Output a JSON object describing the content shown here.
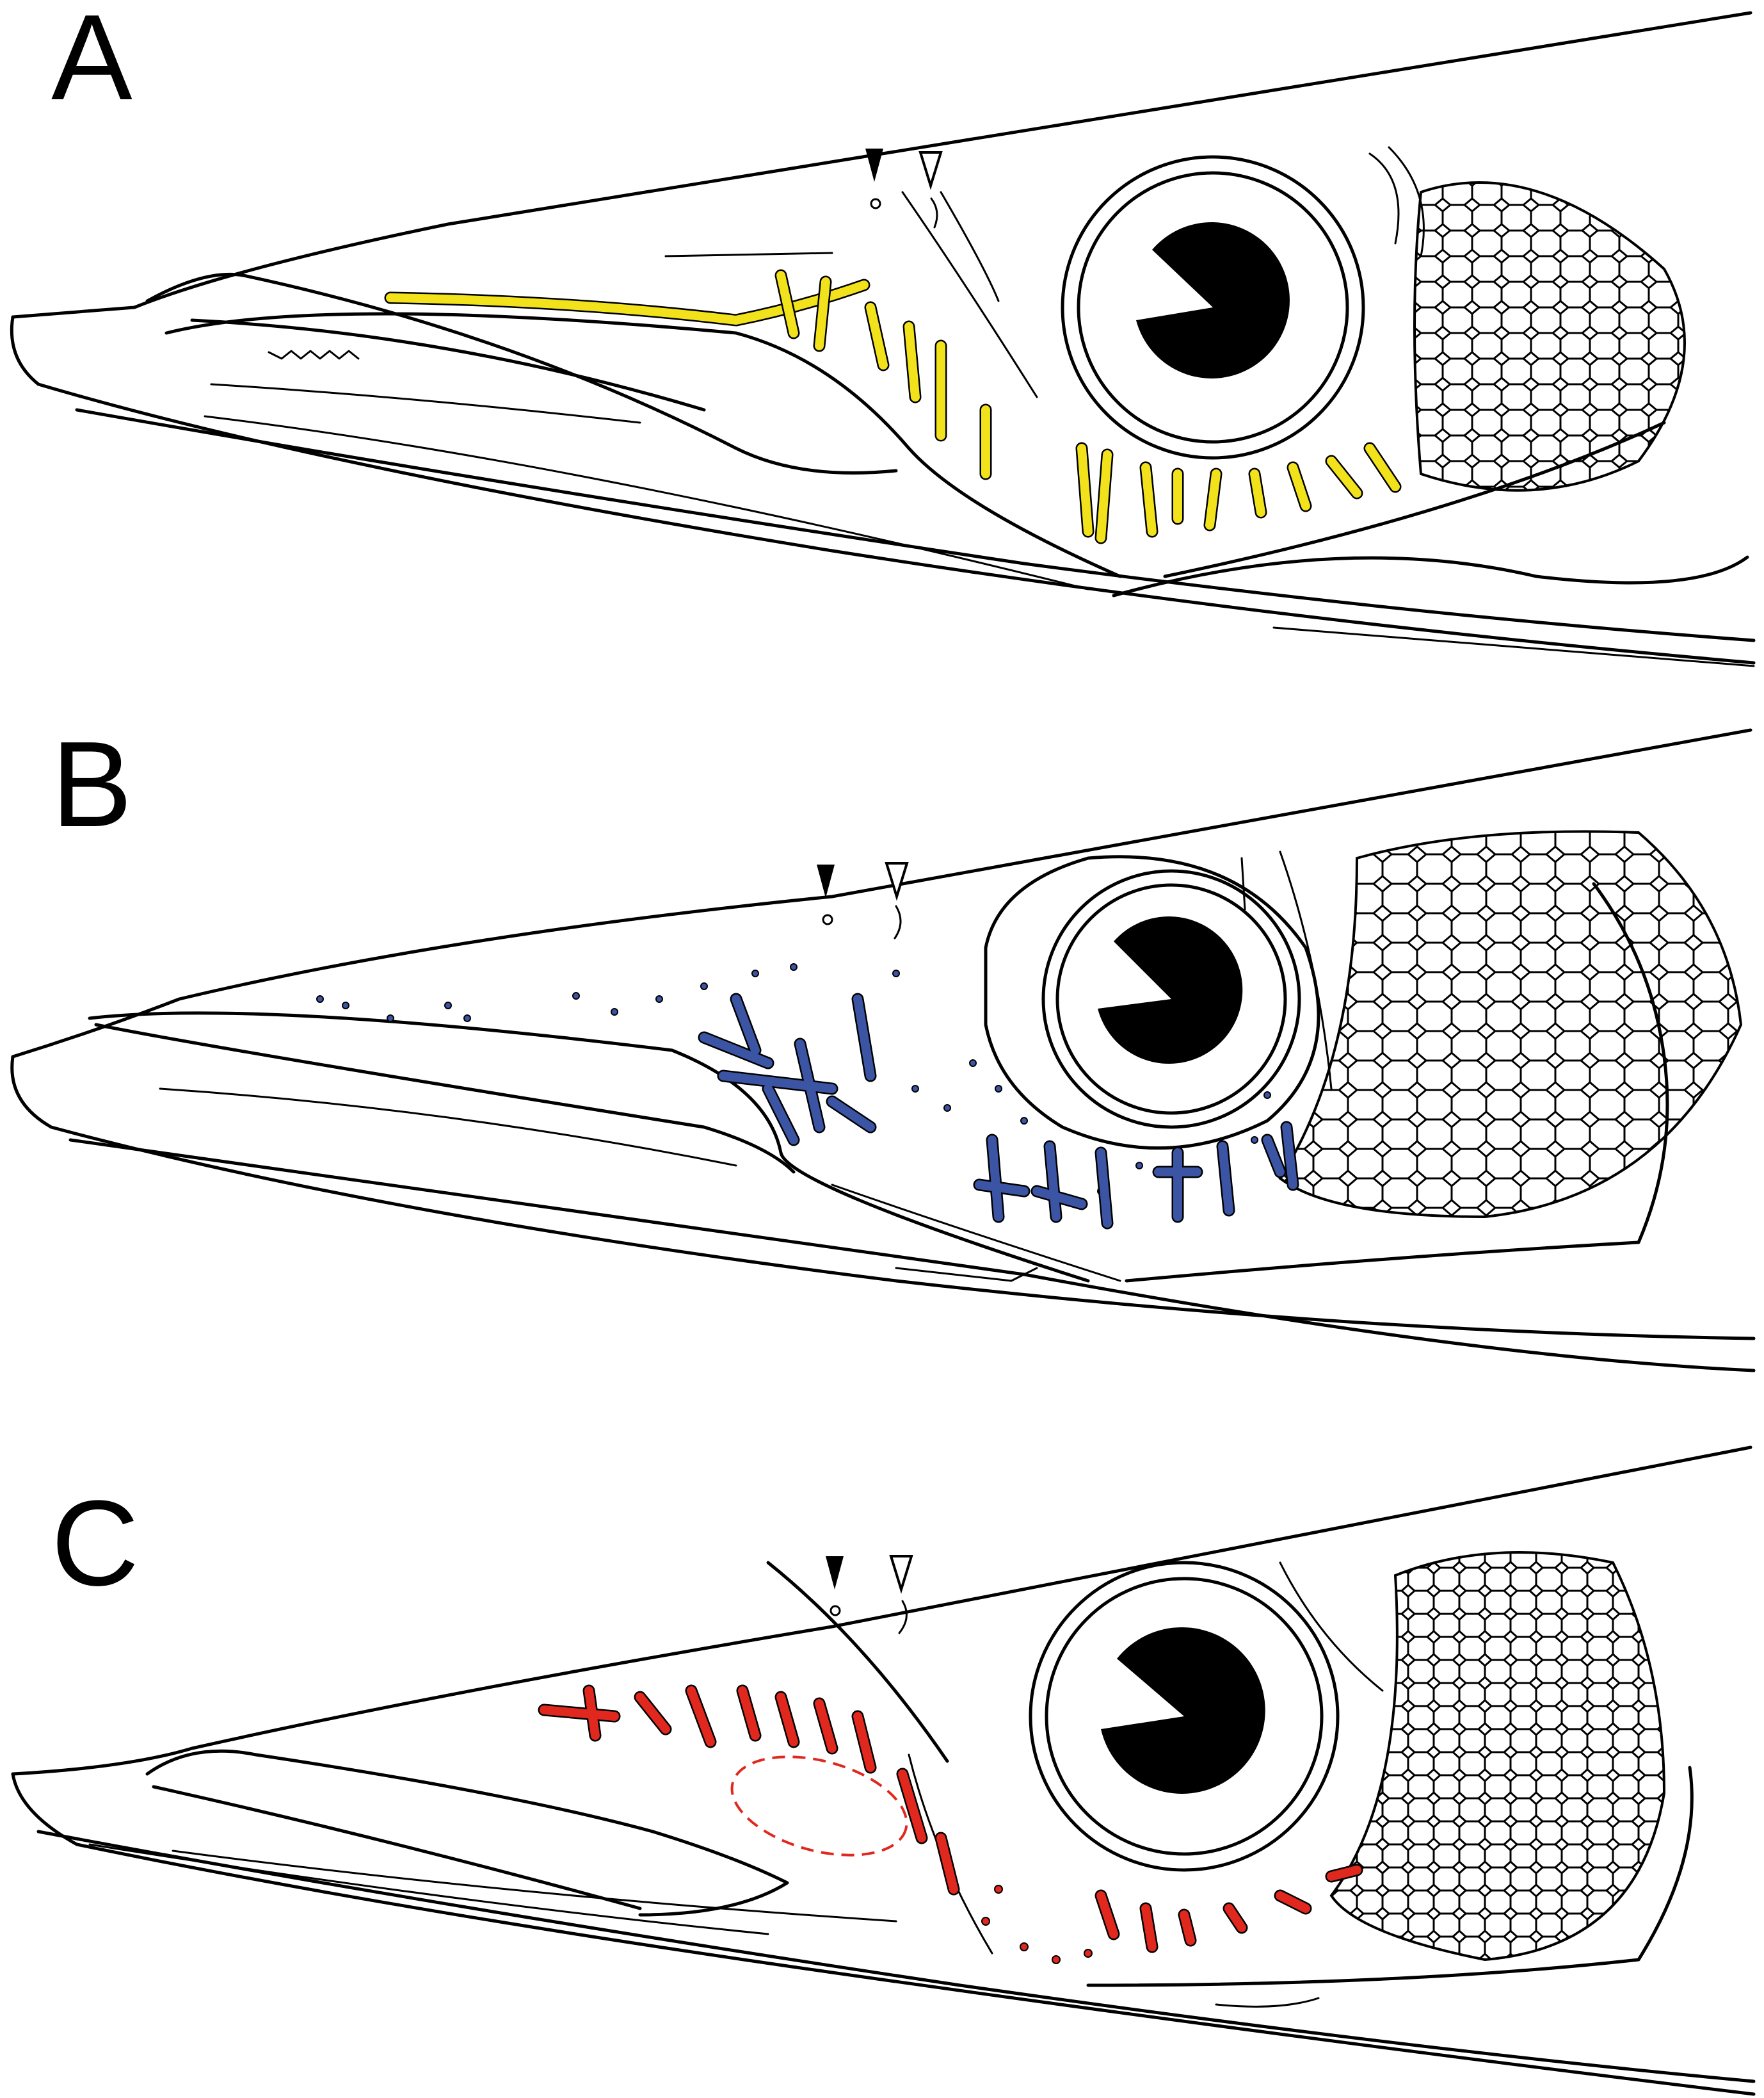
{
  "colors": {
    "ink": "#000000",
    "background": "#ffffff",
    "panel_a_canals": "#f2e21c",
    "panel_b_canals": "#3b55a4",
    "panel_c_canals": "#e0281e"
  },
  "panels": [
    {
      "label": "A",
      "canal_color": "panel_a_canals",
      "markers": [
        "filled-arrowhead",
        "open-arrowhead"
      ]
    },
    {
      "label": "B",
      "canal_color": "panel_b_canals",
      "markers": [
        "filled-arrowhead",
        "open-arrowhead"
      ]
    },
    {
      "label": "C",
      "canal_color": "panel_c_canals",
      "markers": [
        "filled-arrowhead",
        "open-arrowhead"
      ],
      "dashed_outline": true
    }
  ]
}
